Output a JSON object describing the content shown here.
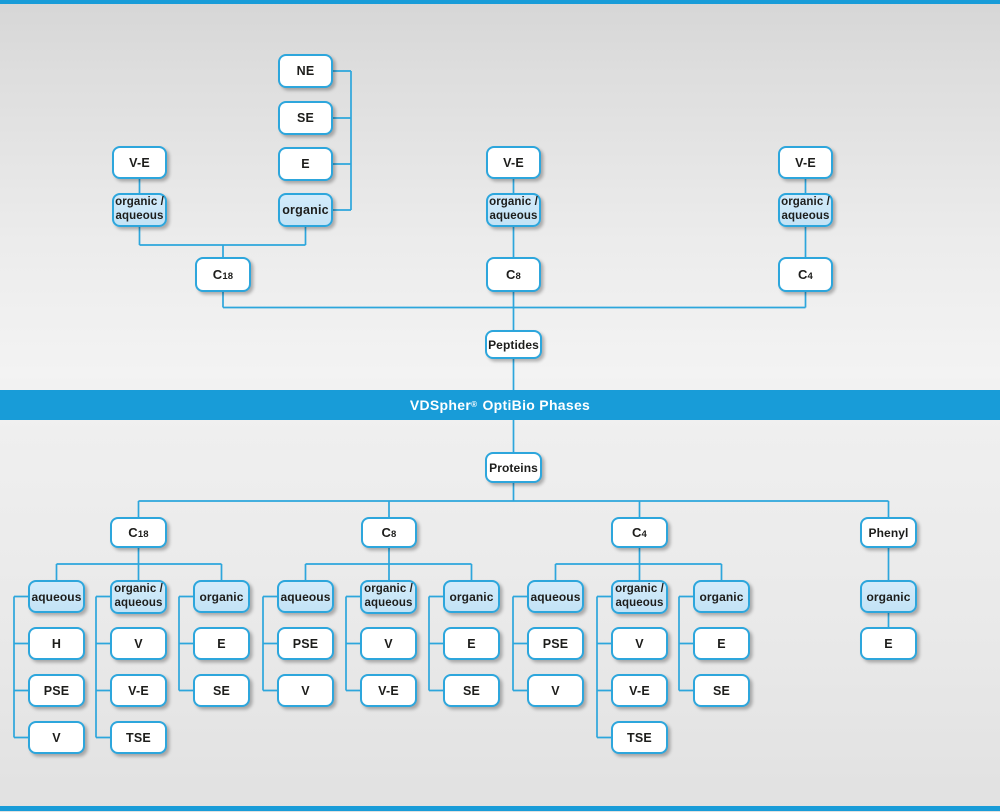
{
  "banner": {
    "brand": "VDSpher",
    "reg": "®",
    "rest": " OptiBio Phases"
  },
  "labels": {
    "ne": "NE",
    "se": "SE",
    "e": "E",
    "h": "H",
    "v": "V",
    "pse": "PSE",
    "tse": "TSE",
    "ve": "V-E",
    "organic": "organic",
    "aqueous": "aqueous",
    "organic_slash": "organic /",
    "peptides": "Peptides",
    "proteins": "Proteins",
    "phenyl": "Phenyl",
    "c18": {
      "c": "C",
      "n": "18"
    },
    "c8": {
      "c": "C",
      "n": "8"
    },
    "c4": {
      "c": "C",
      "n": "4"
    }
  },
  "structure": {
    "peptides_branch": {
      "root": "Peptides",
      "columns": [
        {
          "phase": "C18",
          "modes": [
            {
              "mode": "organic / aqueous",
              "types": [
                "V-E"
              ]
            },
            {
              "mode": "organic",
              "types": [
                "NE",
                "SE",
                "E"
              ]
            }
          ]
        },
        {
          "phase": "C8",
          "modes": [
            {
              "mode": "organic / aqueous",
              "types": [
                "V-E"
              ]
            }
          ]
        },
        {
          "phase": "C4",
          "modes": [
            {
              "mode": "organic / aqueous",
              "types": [
                "V-E"
              ]
            }
          ]
        }
      ]
    },
    "proteins_branch": {
      "root": "Proteins",
      "columns": [
        {
          "phase": "C18",
          "modes": [
            {
              "mode": "aqueous",
              "types": [
                "H",
                "PSE",
                "V"
              ]
            },
            {
              "mode": "organic / aqueous",
              "types": [
                "V",
                "V-E",
                "TSE"
              ]
            },
            {
              "mode": "organic",
              "types": [
                "E",
                "SE"
              ]
            }
          ]
        },
        {
          "phase": "C8",
          "modes": [
            {
              "mode": "aqueous",
              "types": [
                "PSE",
                "V"
              ]
            },
            {
              "mode": "organic / aqueous",
              "types": [
                "V",
                "V-E"
              ]
            },
            {
              "mode": "organic",
              "types": [
                "E",
                "SE"
              ]
            }
          ]
        },
        {
          "phase": "C4",
          "modes": [
            {
              "mode": "aqueous",
              "types": [
                "PSE",
                "V"
              ]
            },
            {
              "mode": "organic / aqueous",
              "types": [
                "V",
                "V-E",
                "TSE"
              ]
            },
            {
              "mode": "organic",
              "types": [
                "E",
                "SE"
              ]
            }
          ]
        },
        {
          "phase": "Phenyl",
          "modes": [
            {
              "mode": "organic",
              "types": [
                "E"
              ]
            }
          ]
        }
      ]
    }
  },
  "colors": {
    "banner_blue": "#189cd8",
    "line_blue": "#2da6dc",
    "box_border_blue": "#2da6dc",
    "box_fill_light_blue": "#c9e5f7",
    "box_fill_white": "#ffffff",
    "text_dark": "#1d1d1b"
  }
}
